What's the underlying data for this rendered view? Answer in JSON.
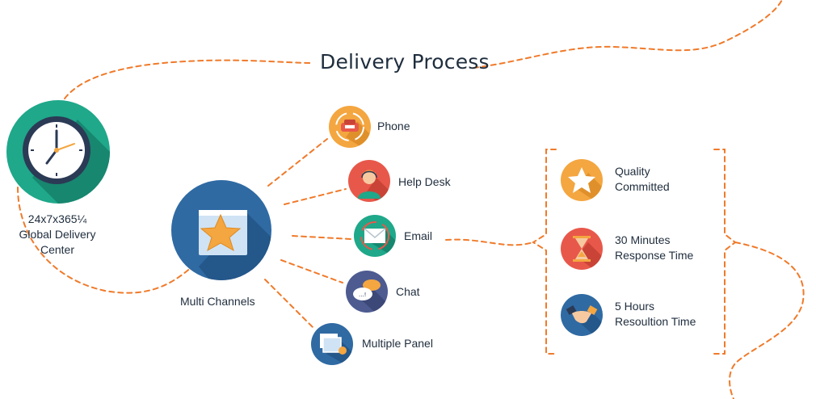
{
  "title": "Delivery Process",
  "global_center": {
    "label_line1": "24x7x365¼",
    "label_line2": "Global Delivery",
    "label_line3": "Center"
  },
  "multi_channels": {
    "label": "Multi Channels"
  },
  "channels": [
    {
      "label": "Phone",
      "icon": "phone-icon",
      "color": "#f4a640"
    },
    {
      "label": "Help Desk",
      "icon": "help-desk-agent-icon",
      "color": "#e8584a"
    },
    {
      "label": "Email",
      "icon": "email-icon",
      "color": "#1fa88a"
    },
    {
      "label": "Chat",
      "icon": "chat-icon",
      "color": "#4d5b91"
    },
    {
      "label": "Multiple Panel",
      "icon": "multiple-panel-icon",
      "color": "#2f6aa3"
    }
  ],
  "commitments": [
    {
      "line1": "Quality",
      "line2": "Committed",
      "icon": "star-icon",
      "color": "#f4a640"
    },
    {
      "line1": "30 Minutes",
      "line2": "Response Time",
      "icon": "hourglass-icon",
      "color": "#e8584a"
    },
    {
      "line1": "5 Hours",
      "line2": "Resoultion Time",
      "icon": "handshake-icon",
      "color": "#2f6aa3"
    }
  ],
  "colors": {
    "dashed_line": "#f07a2a",
    "text": "#1f2d3d"
  }
}
